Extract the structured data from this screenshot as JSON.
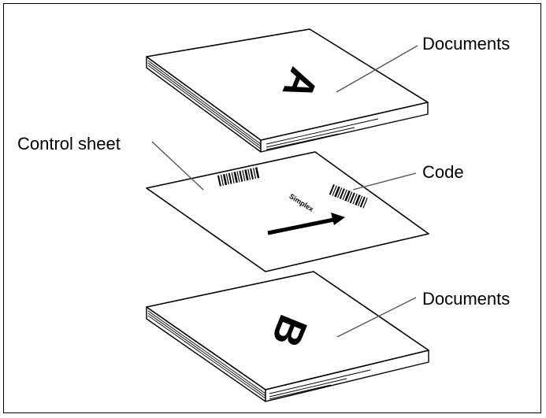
{
  "labels": {
    "documents_top": "Documents",
    "control_sheet": "Control sheet",
    "code": "Code",
    "documents_bottom": "Documents"
  },
  "stack_letters": {
    "top": "A",
    "bottom": "B"
  },
  "control_sheet_text": "Simplex"
}
